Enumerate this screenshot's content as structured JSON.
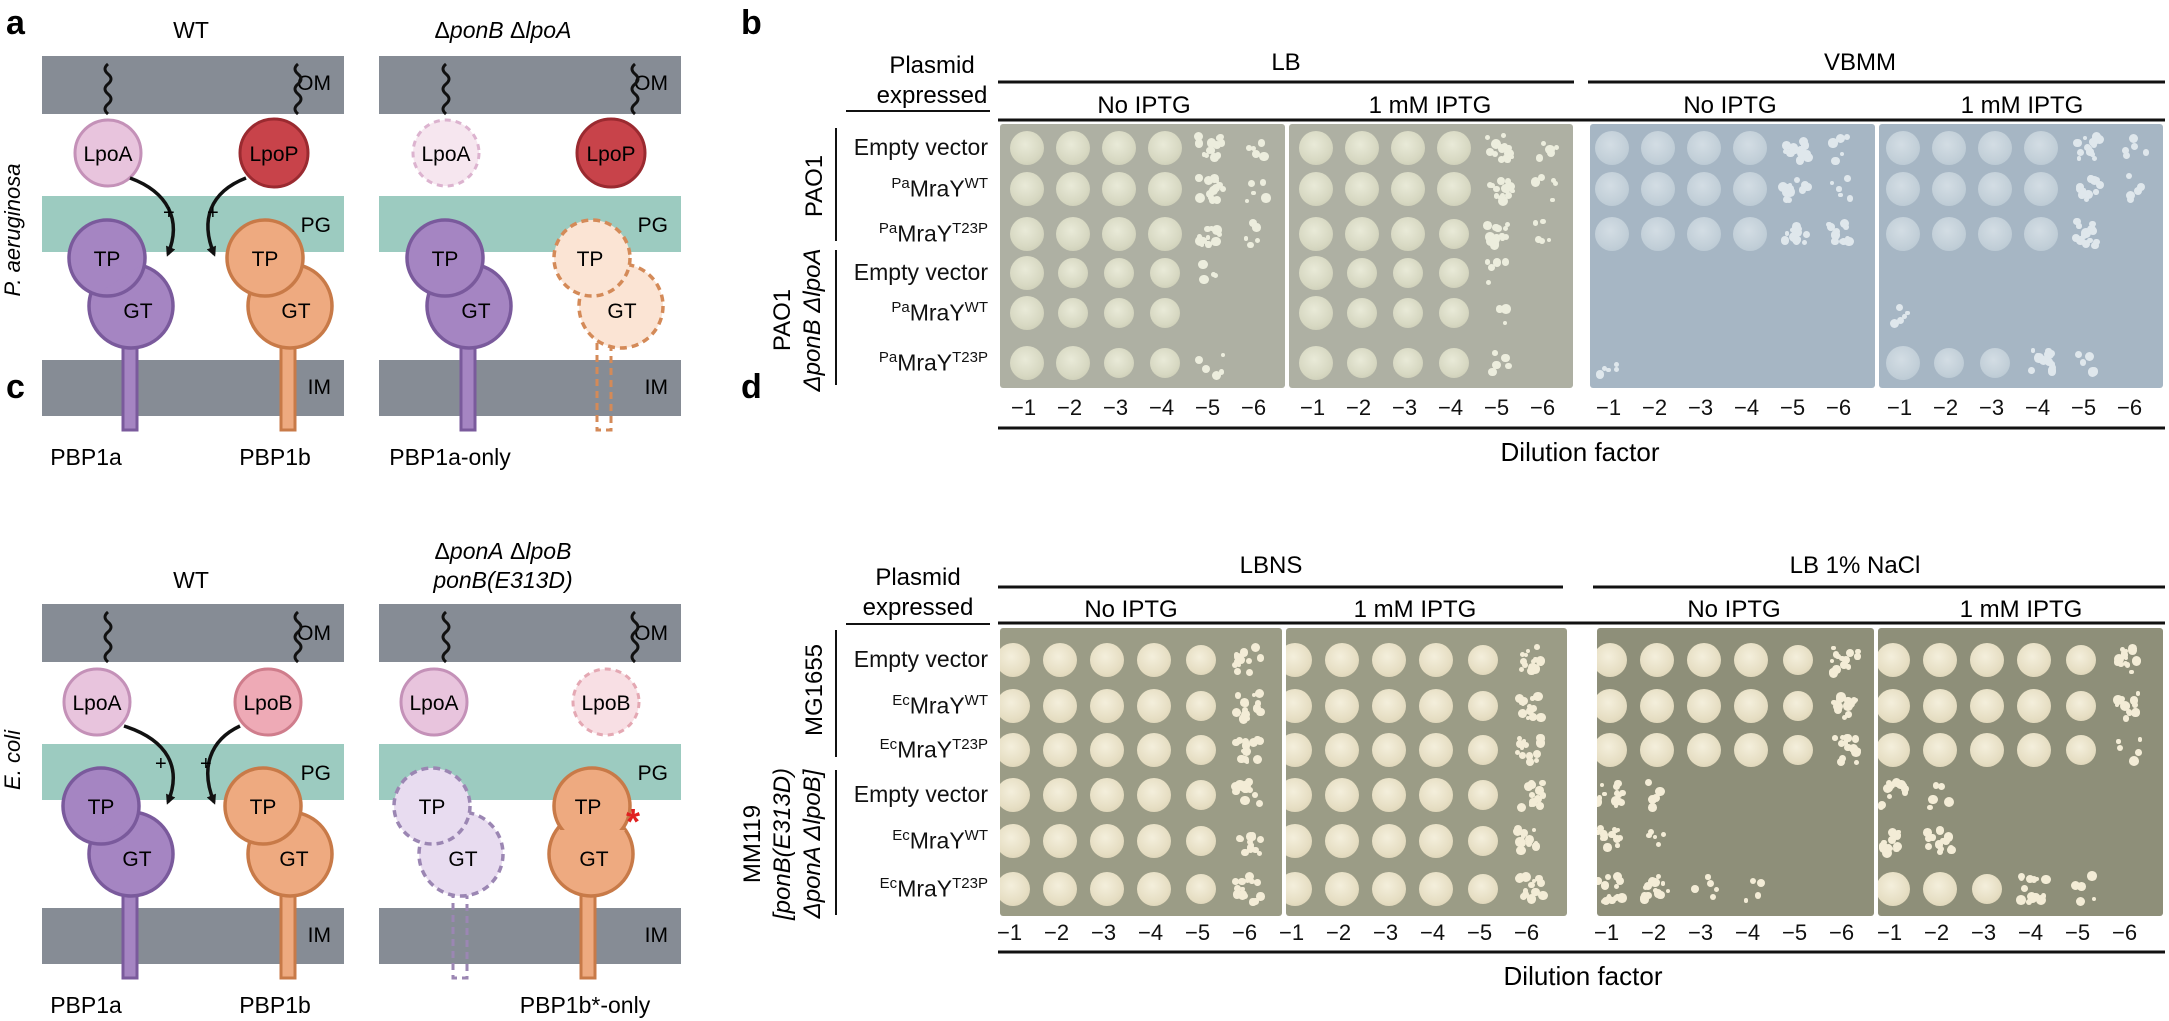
{
  "panel_labels": {
    "a": "a",
    "b": "b",
    "c": "c",
    "d": "d"
  },
  "panel_a": {
    "species": "P. aeruginosa",
    "left_title": "WT",
    "right_title_parts": [
      "Δ",
      "ponB",
      " Δ",
      "lpoA"
    ],
    "membrane_labels": {
      "om": "OM",
      "pg": "PG",
      "im": "IM"
    },
    "left_activators": [
      "LpoA",
      "LpoP"
    ],
    "right_activators": [
      "LpoA",
      "LpoP"
    ],
    "domains": {
      "tp": "TP",
      "gt": "GT"
    },
    "plus": "+",
    "left_captions": [
      "PBP1a",
      "PBP1b"
    ],
    "right_caption": "PBP1a-only",
    "colors": {
      "lpoa": "#e8c4dd",
      "lpop": "#c8434a",
      "pbp1a": "#a585c2",
      "pbp1b": "#eeaa80",
      "membrane": "#868c95",
      "pg": "#9ccbc0"
    }
  },
  "panel_c": {
    "species": "E. coli",
    "left_title": "WT",
    "right_title_line1_parts": [
      "Δ",
      "ponA",
      " Δ",
      "lpoB"
    ],
    "right_title_line2": "ponB(E313D)",
    "membrane_labels": {
      "om": "OM",
      "pg": "PG",
      "im": "IM"
    },
    "left_activators": [
      "LpoA",
      "LpoB"
    ],
    "right_activators": [
      "LpoA",
      "LpoB"
    ],
    "domains": {
      "tp": "TP",
      "gt": "GT"
    },
    "plus": "+",
    "asterisk": "*",
    "left_captions": [
      "PBP1a",
      "PBP1b"
    ],
    "right_caption": "PBP1b*-only",
    "colors": {
      "lpoa": "#e8c4dd",
      "lpob": "#eeaab6",
      "pbp1a": "#a585c2",
      "pbp1b": "#eeaa80",
      "star": "#e02020"
    }
  },
  "panel_b": {
    "header_plasmid": [
      "Plasmid",
      "expressed"
    ],
    "media": [
      "LB",
      "VBMM"
    ],
    "conditions": [
      "No IPTG",
      "1 mM IPTG",
      "No IPTG",
      "1 mM IPTG"
    ],
    "strains": [
      {
        "name": "PAO1",
        "lines": [
          "PAO1"
        ]
      },
      {
        "name": "PAO1 ΔponB ΔlpoA",
        "lines": [
          "PAO1",
          "ΔponB ΔlpoA"
        ]
      }
    ],
    "rows": [
      {
        "label": "Empty vector"
      },
      {
        "prefix": "Pa",
        "base": "MraY",
        "sup": "WT"
      },
      {
        "prefix": "Pa",
        "base": "MraY",
        "sup": "T23P"
      },
      {
        "label": "Empty vector"
      },
      {
        "prefix": "Pa",
        "base": "MraY",
        "sup": "WT"
      },
      {
        "prefix": "Pa",
        "base": "MraY",
        "sup": "T23P"
      }
    ],
    "dilutions": [
      "−1",
      "−2",
      "−3",
      "−4",
      "−5",
      "−6"
    ],
    "xlabel": "Dilution factor"
  },
  "panel_d": {
    "header_plasmid": [
      "Plasmid",
      "expressed"
    ],
    "media": [
      "LBNS",
      "LB 1% NaCl"
    ],
    "conditions": [
      "No IPTG",
      "1 mM IPTG",
      "No IPTG",
      "1 mM IPTG"
    ],
    "strains": [
      {
        "name": "MG1655",
        "lines": [
          "MG1655"
        ]
      },
      {
        "name": "MM119 [ponB(E313D) ΔponA ΔlpoB]",
        "lines": [
          "MM119",
          "[ponB(E313D)",
          "ΔponA ΔlpoB]"
        ]
      }
    ],
    "rows": [
      {
        "label": "Empty vector"
      },
      {
        "prefix": "Ec",
        "base": "MraY",
        "sup": "WT"
      },
      {
        "prefix": "Ec",
        "base": "MraY",
        "sup": "T23P"
      },
      {
        "label": "Empty vector"
      },
      {
        "prefix": "Ec",
        "base": "MraY",
        "sup": "WT"
      },
      {
        "prefix": "Ec",
        "base": "MraY",
        "sup": "T23P"
      }
    ],
    "dilutions": [
      "−1",
      "−2",
      "−3",
      "−4",
      "−5",
      "−6"
    ],
    "xlabel": "Dilution factor"
  }
}
